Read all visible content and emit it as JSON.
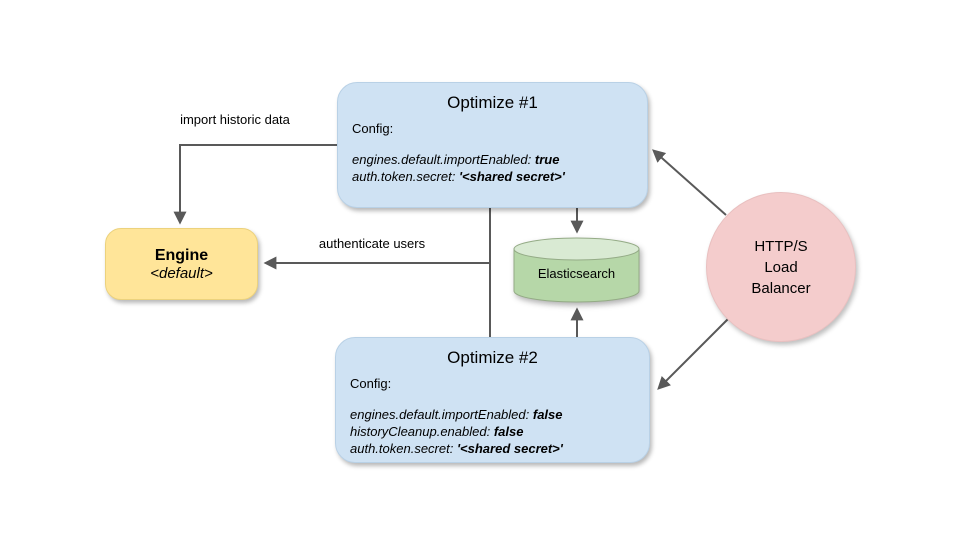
{
  "colors": {
    "optimize_fill": "#cfe2f3",
    "engine_fill": "#ffe599",
    "elasticsearch_fill": "#b6d7a8",
    "elasticsearch_top_fill": "#d9ead3",
    "elasticsearch_stroke": "#94ab86",
    "load_balancer_fill": "#f4cccc",
    "arrow": "#595959"
  },
  "nodes": {
    "optimize1": {
      "title": "Optimize #1",
      "config_label": "Config:",
      "config_lines": [
        {
          "key": "engines.default.importEnabled: ",
          "value": "true"
        },
        {
          "key": "auth.token.secret: ",
          "value": "'<shared secret>'"
        }
      ]
    },
    "optimize2": {
      "title": "Optimize #2",
      "config_label": "Config:",
      "config_lines": [
        {
          "key": "engines.default.importEnabled: ",
          "value": "false"
        },
        {
          "key": "historyCleanup.enabled: ",
          "value": "false"
        },
        {
          "key": "auth.token.secret: ",
          "value": "'<shared secret>'"
        }
      ]
    },
    "engine": {
      "title": "Engine",
      "subtitle": "<default>"
    },
    "elasticsearch": {
      "label": "Elasticsearch"
    },
    "load_balancer": {
      "lines": [
        "HTTP/S",
        "Load",
        "Balancer"
      ]
    }
  },
  "edges": {
    "import_label": "import historic data",
    "authenticate_label": "authenticate users"
  }
}
